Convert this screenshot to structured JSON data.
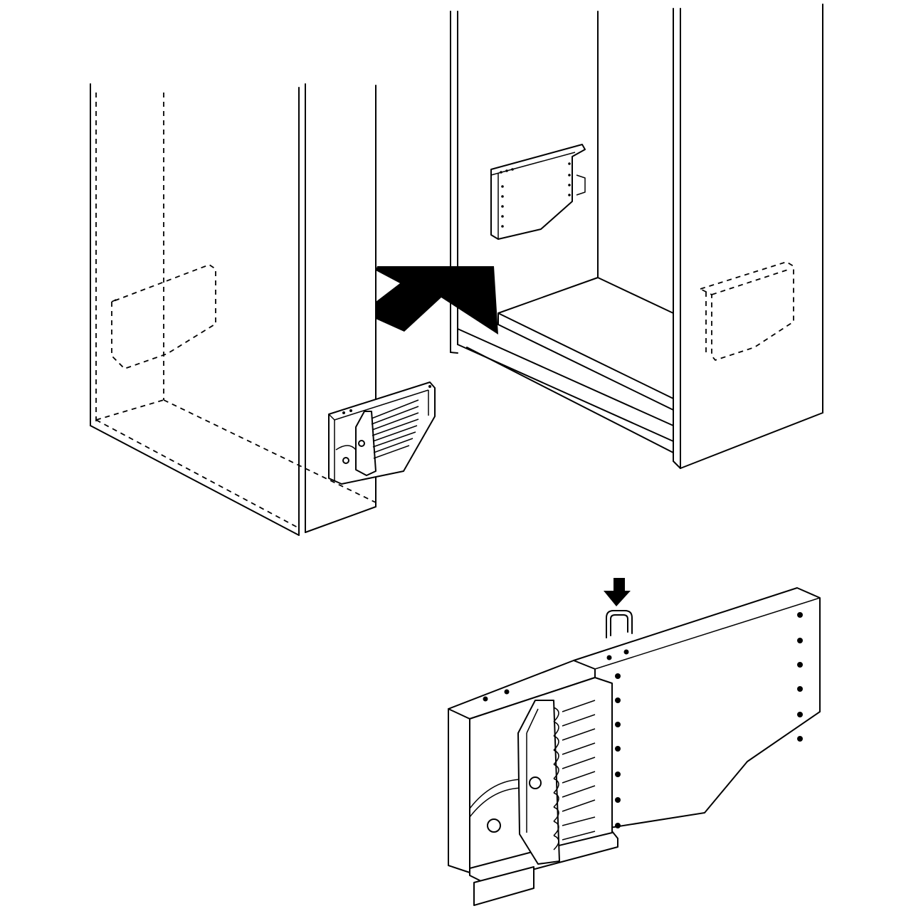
{
  "figure": {
    "kind": "installation-diagram",
    "colors": {
      "line": "#000000",
      "background": "#ffffff"
    },
    "parts": [
      {
        "name": "left-cabinet-outline"
      },
      {
        "name": "right-cabinet"
      },
      {
        "name": "mounting-bracket"
      },
      {
        "name": "insertion-arrow",
        "icon": "arrow-icon"
      },
      {
        "name": "bracket-detail"
      },
      {
        "name": "clip-arrow",
        "icon": "down-arrow-icon"
      },
      {
        "name": "u-clip"
      }
    ]
  }
}
